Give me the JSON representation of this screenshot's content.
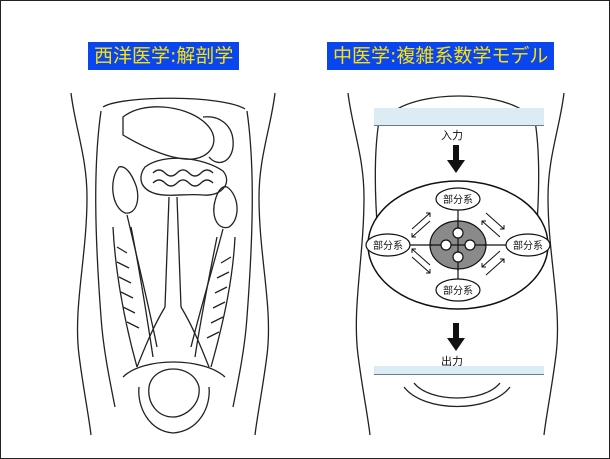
{
  "left": {
    "title": "西洋医学:解剖学"
  },
  "right": {
    "title": "中医学:複雑系数学モデル",
    "input_label": "入力",
    "output_label": "出力",
    "subsystem_label": "部分系"
  }
}
